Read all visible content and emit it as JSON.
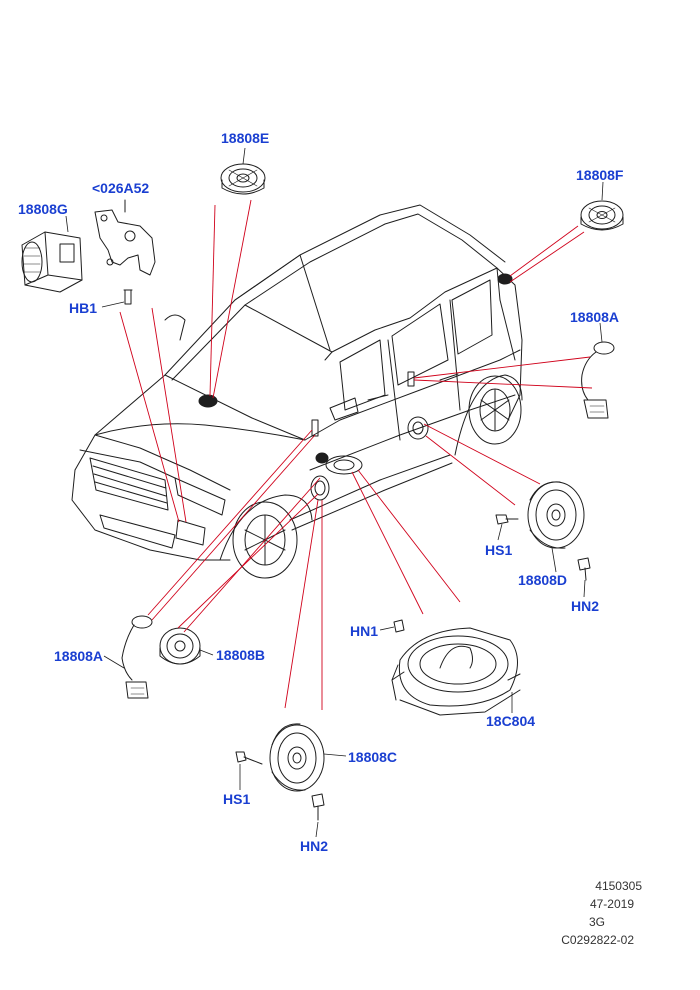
{
  "colors": {
    "callout_text": "#1a3fd1",
    "leader_line": "#d0021b",
    "drawing_line": "#1e1e1e",
    "background": "#ffffff"
  },
  "callouts": {
    "c_18808E": "18808E",
    "c_026A52": "<026A52",
    "c_18808G": "18808G",
    "c_18808F": "18808F",
    "c_HB1": "HB1",
    "c_18808A_right": "18808A",
    "c_HS1_right": "HS1",
    "c_18808D": "18808D",
    "c_HN2_right": "HN2",
    "c_HN1": "HN1",
    "c_18808A_left": "18808A",
    "c_18808B": "18808B",
    "c_18C804": "18C804",
    "c_18808C": "18808C",
    "c_HS1_bottom": "HS1",
    "c_HN2_bottom": "HN2"
  },
  "reference_block": {
    "line1": "4150305",
    "line2": "47-2019",
    "line3": "3G",
    "line4": "C0292822-02"
  }
}
